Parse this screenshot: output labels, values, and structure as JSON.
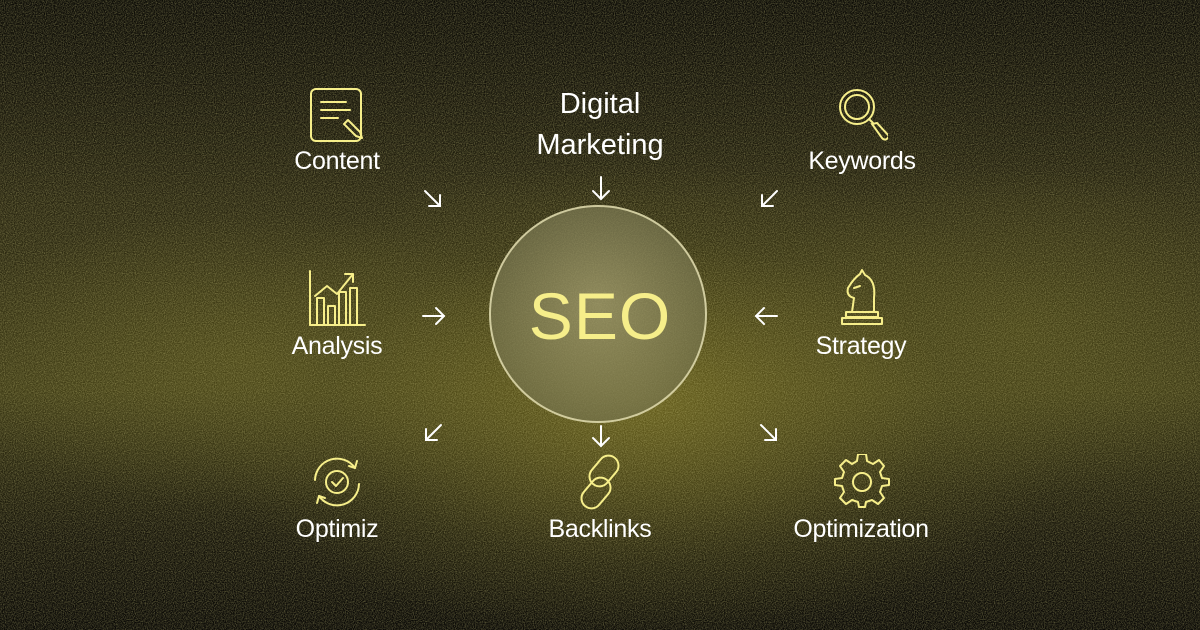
{
  "center": {
    "label": "SEO"
  },
  "top": {
    "line1": "Digital",
    "line2": "Marketing"
  },
  "nodes": {
    "content": {
      "label": "Content",
      "icon": "document-pen-icon"
    },
    "keywords": {
      "label": "Keywords",
      "icon": "magnifier-icon"
    },
    "analysis": {
      "label": "Analysis",
      "icon": "bar-chart-trend-icon"
    },
    "strategy": {
      "label": "Strategy",
      "icon": "chess-knight-icon"
    },
    "optimiz": {
      "label": "Optimiz",
      "icon": "refresh-check-icon"
    },
    "backlinks": {
      "label": "Backlinks",
      "icon": "chain-link-icon"
    },
    "optimization": {
      "label": "Optimization",
      "icon": "gear-icon"
    }
  },
  "colors": {
    "accent": "#f6ee8a",
    "text": "#ffffff",
    "arrow": "#ffffff"
  }
}
